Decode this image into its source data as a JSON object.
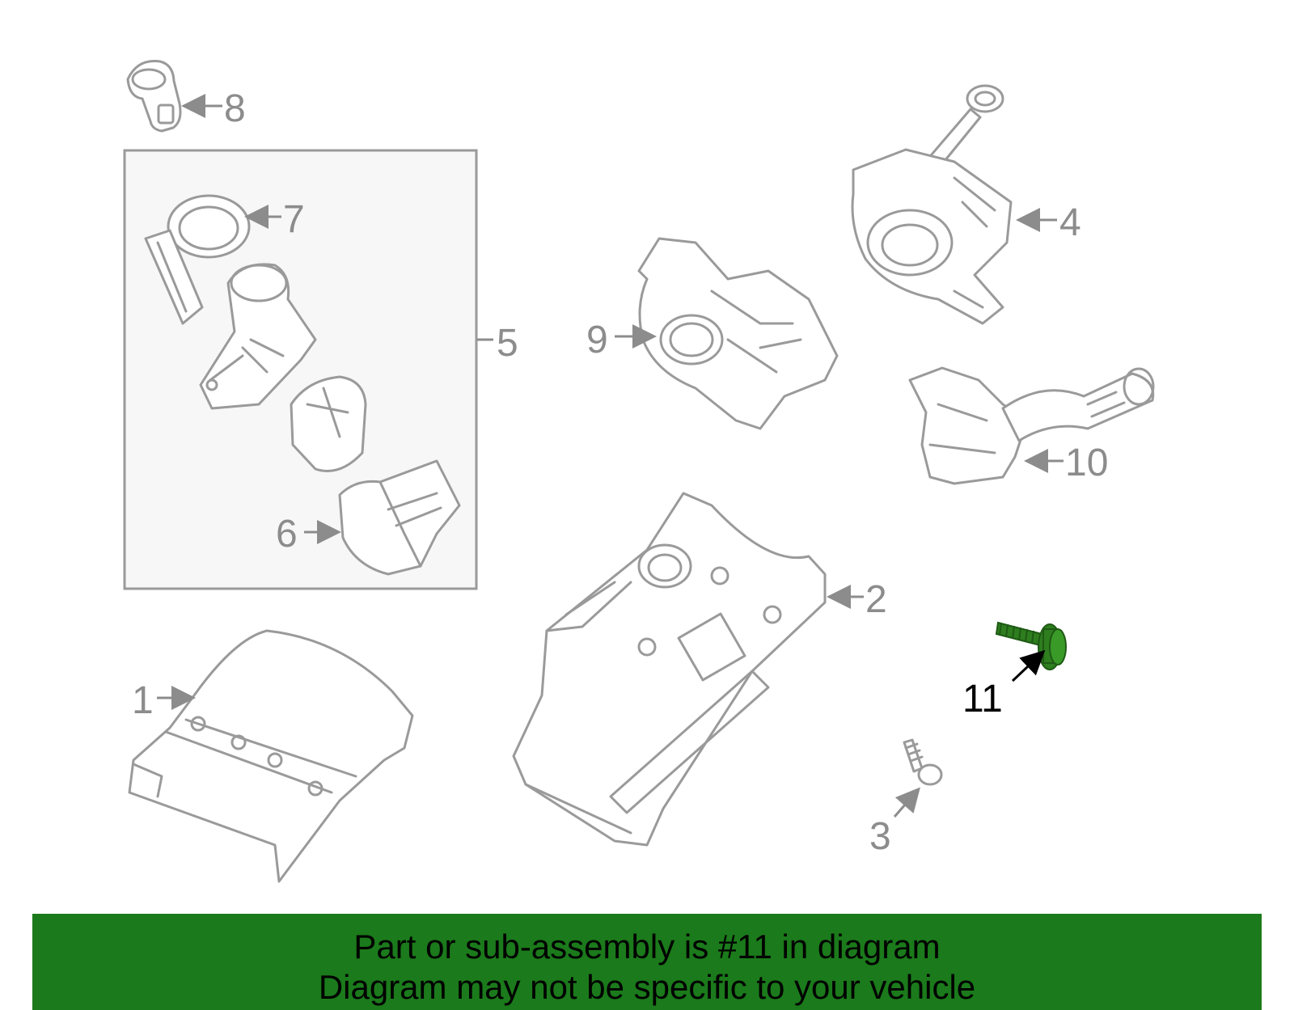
{
  "diagram": {
    "callouts": [
      "1",
      "2",
      "3",
      "4",
      "5",
      "6",
      "7",
      "8",
      "9",
      "10",
      "11"
    ],
    "highlighted": "11",
    "highlight_color": "#2e7d1e",
    "line_color": "#9a9a9a"
  },
  "banner": {
    "line1": "Part or sub-assembly is #11 in diagram",
    "line2": "Diagram may not be specific to your vehicle",
    "background": "#1b7a1b"
  }
}
